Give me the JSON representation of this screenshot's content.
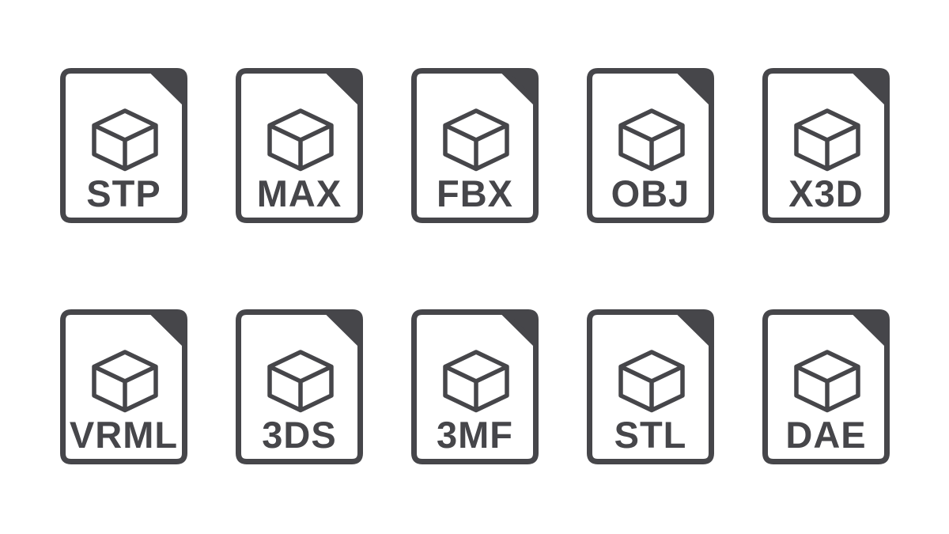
{
  "colors": {
    "ink": "#46464a",
    "paper": "#ffffff",
    "background": "#ffffff"
  },
  "icon_set": {
    "description_glyph": "cube-3d",
    "icons": [
      {
        "label": "STP"
      },
      {
        "label": "MAX"
      },
      {
        "label": "FBX"
      },
      {
        "label": "OBJ"
      },
      {
        "label": "X3D"
      },
      {
        "label": "VRML"
      },
      {
        "label": "3DS"
      },
      {
        "label": "3MF"
      },
      {
        "label": "STL"
      },
      {
        "label": "DAE"
      }
    ]
  }
}
